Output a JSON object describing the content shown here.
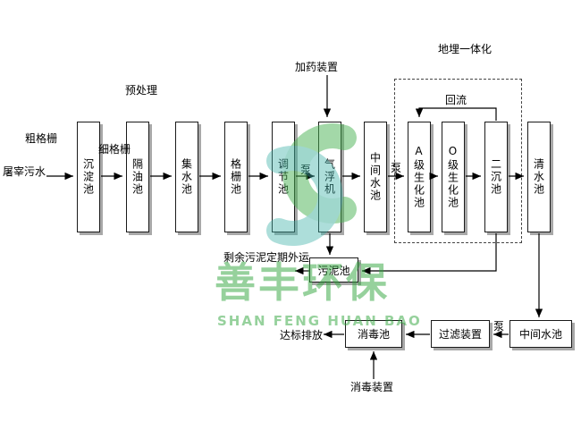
{
  "flow": {
    "influent": "屠宰污水",
    "coarse_screen": "粗格栅",
    "fine_screen": "细格栅",
    "pretreatment": "预处理",
    "dosing_device": "加药装置",
    "underground_unit": "地埋一体化",
    "reflux": "回流",
    "pump_a": "泵",
    "pump_b": "泵",
    "pump_c": "泵",
    "sludge_note": "剩余污泥定期外运",
    "discharge": "达标排放",
    "disinfection_device": "消毒装置",
    "tanks": [
      "沉淀池",
      "隔油池",
      "集水池",
      "格栅池",
      "调节池",
      "气浮机",
      "中间水池",
      "A级生化池",
      "O级生化池",
      "二沉池",
      "清水池"
    ],
    "sludge_tank": "污泥池",
    "bottom_tanks": [
      "消毒池",
      "过滤装置",
      "中间水池"
    ]
  },
  "watermark": {
    "cn": "善丰环保",
    "en": "SHAN FENG HUAN BAO",
    "green": "#49b353",
    "teal": "#3fb0a8"
  }
}
